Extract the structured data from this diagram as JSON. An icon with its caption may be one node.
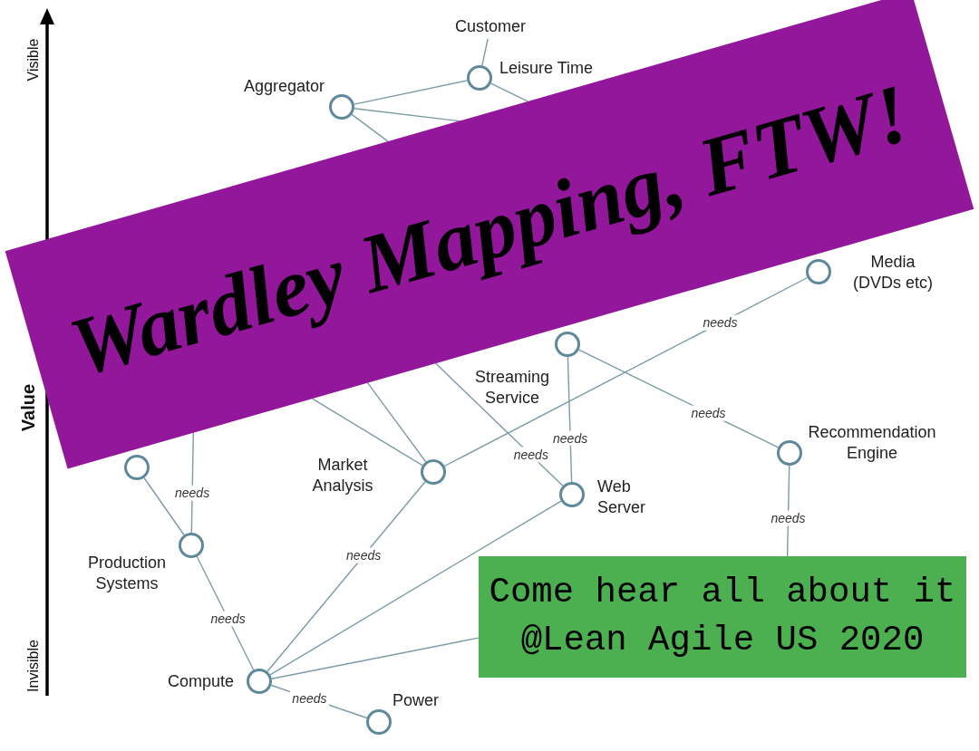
{
  "diagram": {
    "title": "Wardley Mapping, FTW!",
    "nodes": [
      {
        "text": [
          "Customer"
        ]
      },
      {
        "text": [
          "Leisure Time"
        ]
      },
      {
        "text": [
          "Aggregator"
        ]
      },
      {
        "text": [
          "Media (DVDs etc)"
        ]
      },
      {
        "text": [
          "Streaming Service"
        ]
      },
      {
        "text": [],
        "shape": "circle"
      },
      {
        "text": [
          "Recommendation Engine"
        ]
      },
      {
        "text": [
          "Market Analysis"
        ]
      },
      {
        "text": [
          "Web Server"
        ]
      },
      {
        "text": [
          "Production Systems"
        ]
      },
      {
        "text": [
          "Compute"
        ]
      },
      {
        "text": [
          "Power"
        ]
      }
    ],
    "edges": [
      {
        "from": 0,
        "to": 1,
        "arrow": "none"
      },
      {
        "from": 1,
        "to": 2,
        "arrow": "none"
      },
      {
        "from": 1,
        "to": null,
        "arrow": "none"
      },
      {
        "from": 2,
        "to": null,
        "arrow": "none"
      },
      {
        "from": 2,
        "to": null,
        "arrow": "none"
      },
      {
        "from": 4,
        "to": 8,
        "arrow": "none",
        "label": "needs"
      },
      {
        "from": 4,
        "to": 6,
        "arrow": "none",
        "label": "needs"
      },
      {
        "from": 3,
        "to": 7,
        "arrow": "none",
        "label": "needs"
      },
      {
        "from": null,
        "to": 8,
        "arrow": "none",
        "label": "needs"
      },
      {
        "from": null,
        "to": 7,
        "arrow": "none"
      },
      {
        "from": null,
        "to": 7,
        "arrow": "none"
      },
      {
        "from": null,
        "to": 9,
        "arrow": "none",
        "label": "needs"
      },
      {
        "from": 5,
        "to": 9,
        "arrow": "none"
      },
      {
        "from": 6,
        "to": null,
        "arrow": "none",
        "label": "needs"
      },
      {
        "from": 7,
        "to": 10,
        "arrow": "none",
        "label": "needs"
      },
      {
        "from": 8,
        "to": 10,
        "arrow": "none"
      },
      {
        "from": 9,
        "to": 10,
        "arrow": "none",
        "label": "needs"
      },
      {
        "from": 10,
        "to": null,
        "arrow": "none"
      },
      {
        "from": 10,
        "to": 11,
        "arrow": "none",
        "label": "needs"
      }
    ],
    "labels": [
      "Visible",
      "Value",
      "Come hear all about it @Lean Agile US 2020",
      "Invisible"
    ]
  }
}
